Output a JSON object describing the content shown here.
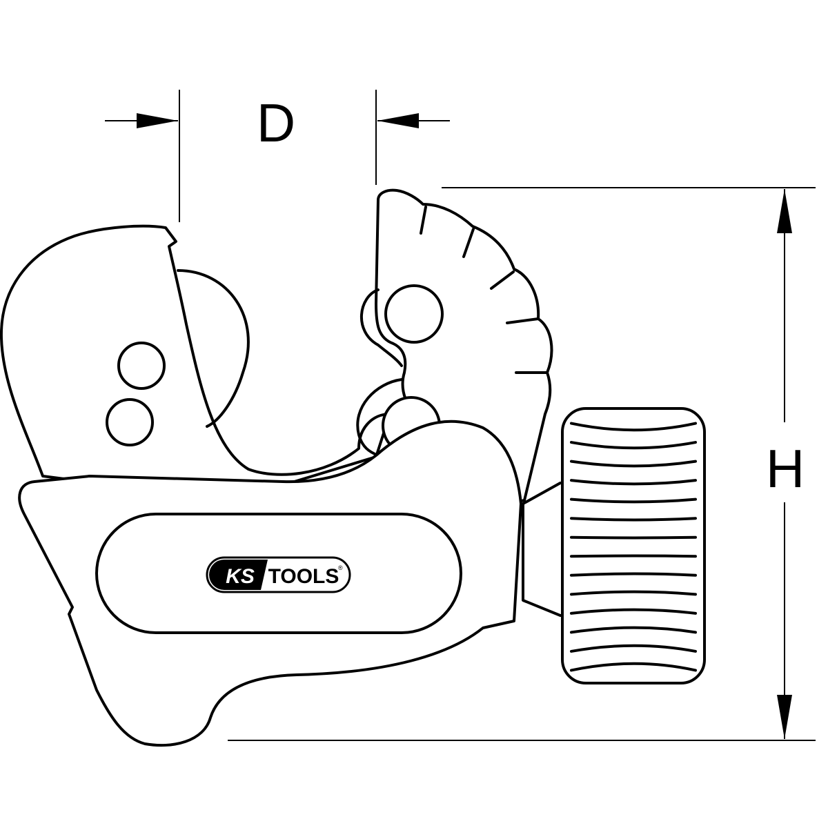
{
  "dimensions": {
    "width_label": "D",
    "height_label": "H"
  },
  "logo": {
    "brand_left": "KS",
    "brand_right": "TOOLS",
    "registered": "®"
  },
  "colors": {
    "line": "#000000",
    "background": "#ffffff"
  }
}
